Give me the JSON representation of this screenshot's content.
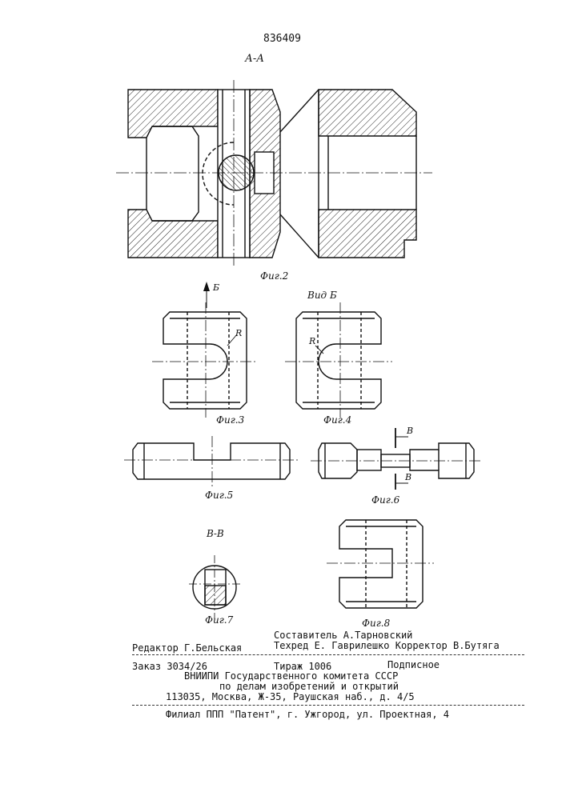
{
  "patent_number": "836409",
  "figures": {
    "section_aa": "А-А",
    "fig2": "Фиг.2",
    "arrow_b": "Б",
    "view_b": "Вид Б",
    "radius": "R",
    "fig3": "Фиг.3",
    "fig4": "Фиг.4",
    "fig5": "Фиг.5",
    "section_mark": "В",
    "fig6": "Фиг.6",
    "section_vv": "В-В",
    "fig7": "Фиг.7",
    "fig8": "Фиг.8"
  },
  "footer": {
    "compiler": "Составитель А.Тарновский",
    "editor": "Редактор Г.Бельская",
    "tech_corrector": "Техред Е. Гаврилешко Корректор В.Бутяга",
    "order": "Заказ 3034/26",
    "circulation": "Тираж 1006",
    "subscription": "Подписное",
    "institute": "ВНИИПИ Государственного комитета СССР",
    "affairs": "по делам изобретений и открытий",
    "address": "113035, Москва, Ж-35, Раушская наб., д. 4/5",
    "branch": "Филиал ППП \"Патент\", г. Ужгород, ул. Проектная, 4"
  }
}
